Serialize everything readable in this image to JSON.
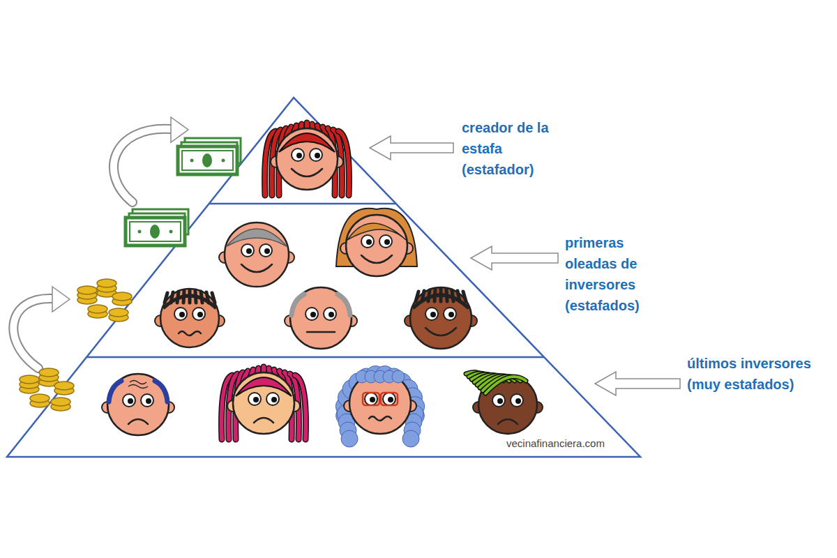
{
  "diagram": {
    "labels": [
      "creador de la estafa (estafador)",
      "primeras oleadas de inversores (estafados)",
      "últimos inversores (muy estafados)",
      "vecinafinanciera.com"
    ]
  }
}
